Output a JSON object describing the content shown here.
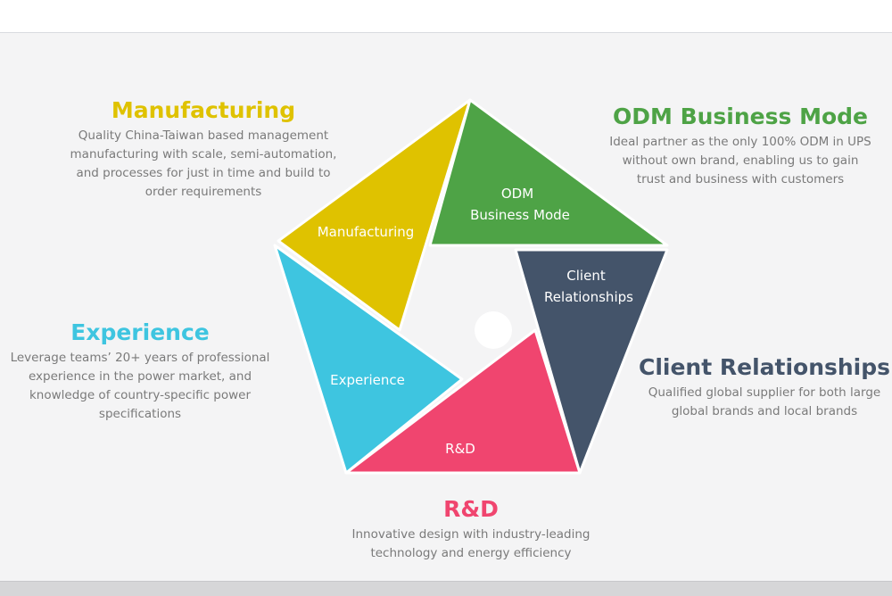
{
  "colors": {
    "manufacturing": "#dfc200",
    "odm": "#4ea346",
    "client": "#44546a",
    "rnd": "#f0456f",
    "experience": "#3ec5e0"
  },
  "segments": {
    "manufacturing": "Manufacturing",
    "odm_line1": "ODM",
    "odm_line2": "Business Mode",
    "client_line1": "Client",
    "client_line2": "Relationships",
    "experience": "Experience",
    "rnd": "R&D"
  },
  "blocks": {
    "manufacturing": {
      "heading": "Manufacturing",
      "lines": [
        "Quality China-Taiwan based management",
        "manufacturing with scale, semi-automation,",
        "and processes for just in time and build to",
        "order requirements"
      ]
    },
    "odm": {
      "heading": "ODM Business Mode",
      "lines": [
        "Ideal partner as the only 100% ODM in UPS",
        "without own brand, enabling us to gain",
        "trust and business with customers"
      ]
    },
    "experience": {
      "heading": "Experience",
      "lines": [
        "Leverage teams’ 20+ years of professional",
        "experience in the power market, and",
        "knowledge of country-specific power",
        "specifications"
      ]
    },
    "client": {
      "heading": "Client Relationships",
      "lines": [
        "Qualified global supplier for both large",
        "global brands and local brands"
      ]
    },
    "rnd": {
      "heading": "R&D",
      "lines": [
        "Innovative design with industry-leading",
        "technology and energy efficiency"
      ]
    }
  }
}
